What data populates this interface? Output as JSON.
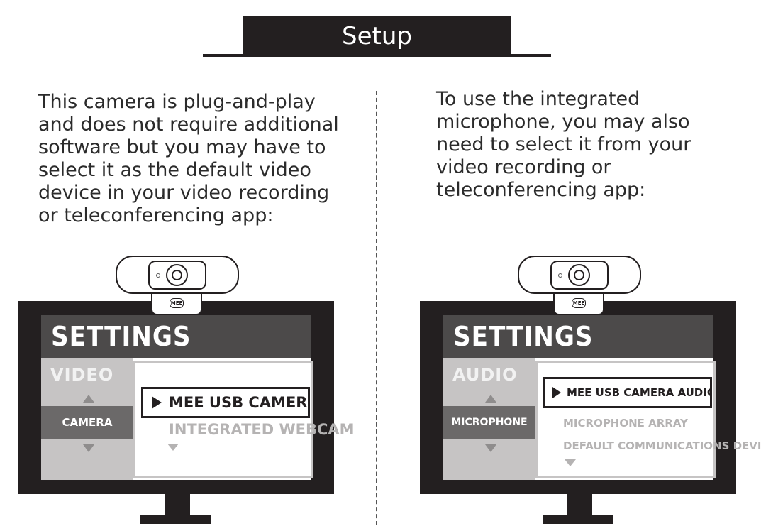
{
  "header": {
    "title": "Setup"
  },
  "left": {
    "text": "This camera is plug-and-play\nand does not require additional\nsoftware but you may have to\nselect it as the default video\ndevice in your video recording\nor teleconferencing app:",
    "brand": "MEE",
    "settings_title": "SETTINGS",
    "category": "VIDEO",
    "sidebar_selected": "CAMERA",
    "selected_option": "MEE USB CAMERA",
    "options": [
      "INTEGRATED WEBCAM"
    ]
  },
  "right": {
    "text": "To use the integrated\nmicrophone, you may also\nneed to select it from your\nvideo recording or\nteleconferencing app:",
    "brand": "MEE",
    "settings_title": "SETTINGS",
    "category": "AUDIO",
    "sidebar_selected": "MICROPHONE",
    "selected_option": "MEE USB CAMERA AUDIO",
    "options": [
      "MICROPHONE ARRAY",
      "DEFAULT COMMUNICATIONS DEVICE"
    ]
  }
}
